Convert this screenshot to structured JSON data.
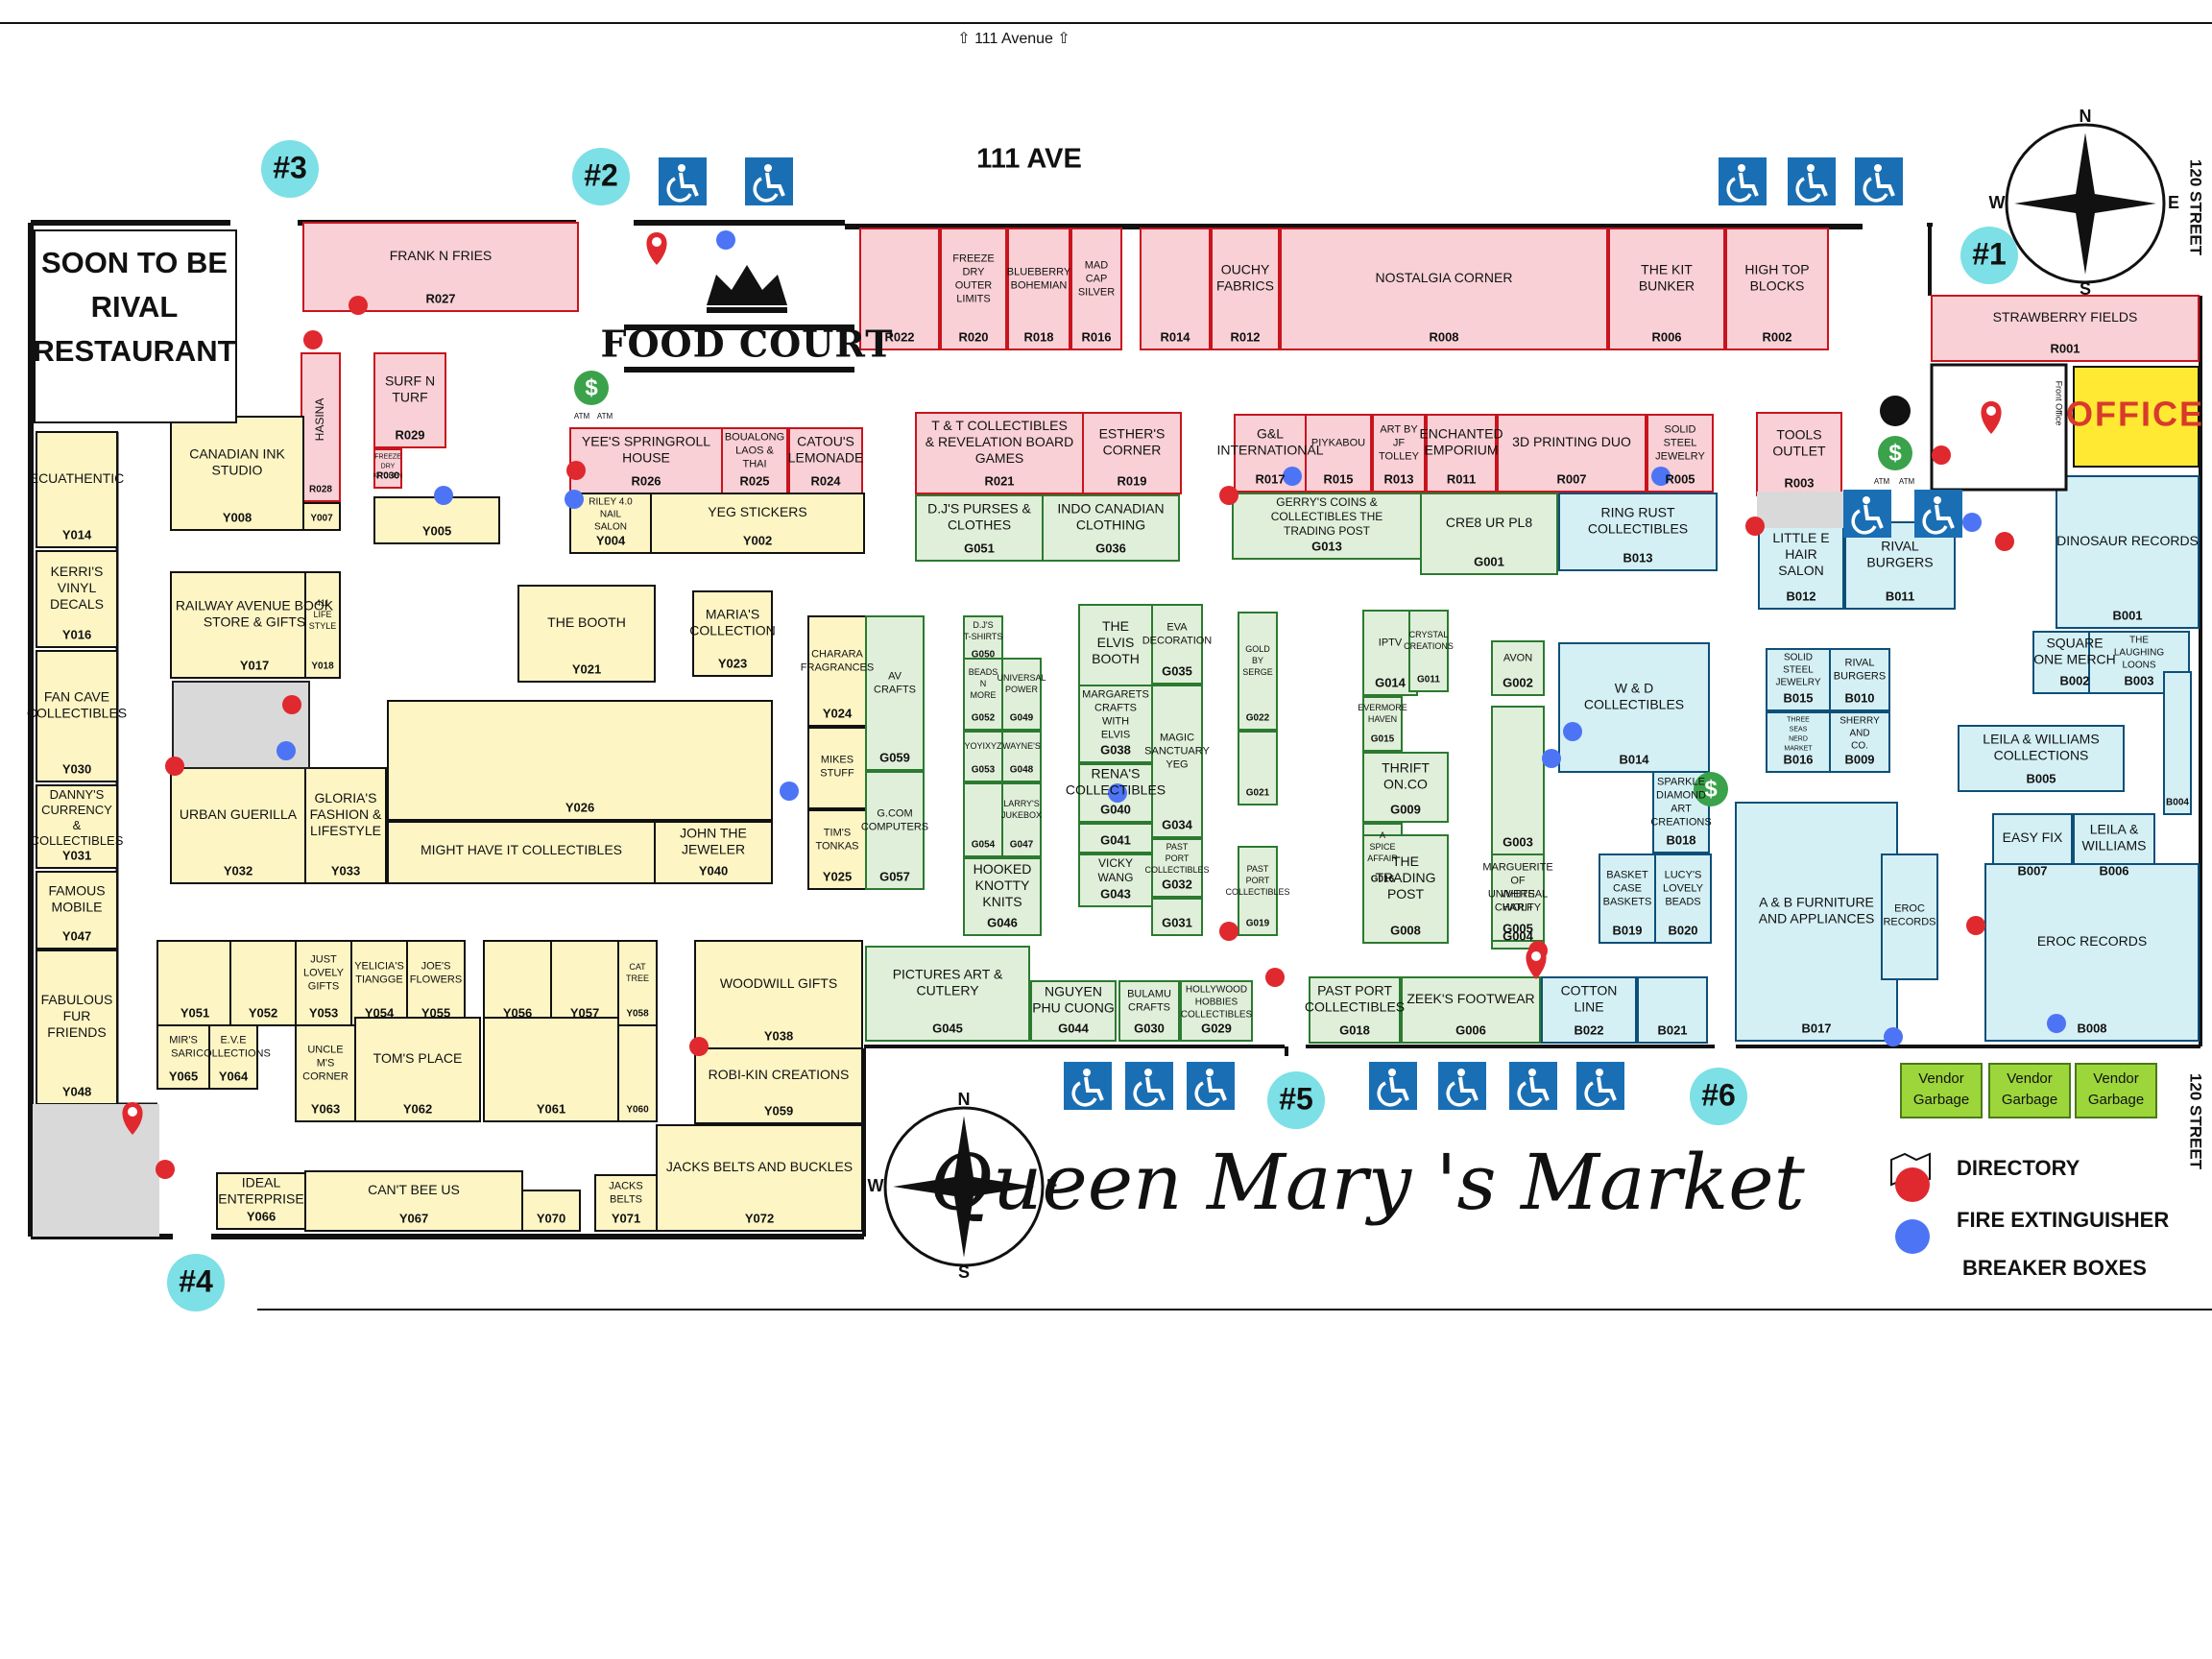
{
  "top_road": "111 Avenue",
  "street_111": "111 AVE",
  "street_120": "120 STREET",
  "food_court": "FOOD COURT",
  "title": "Queen Mary 's Market",
  "entrances": [
    "#1",
    "#2",
    "#3",
    "#4",
    "#5",
    "#6"
  ],
  "compass": {
    "n": "N",
    "s": "S",
    "e": "E",
    "w": "W"
  },
  "legend": {
    "directory": "DIRECTORY",
    "fire": "FIRE EXTINGUISHER",
    "breaker": "BREAKER BOXES"
  },
  "colors": {
    "red_zone": "#f8d0d5",
    "green_zone": "#e0efd9",
    "yellow_zone": "#fdf5c4",
    "blue_zone": "#d4f0f5",
    "office": "#ffe933",
    "vendor_garbage": "#9cd63a",
    "entrance_teal": "#7ce0e6",
    "fire": "#e0282f",
    "breaker": "#4d74f5",
    "dollar": "#3aa24a",
    "accessible": "#1a6fb4"
  },
  "icons": [
    "wheelchair-icon",
    "dollar-icon",
    "restroom-icon",
    "crown-icon",
    "compass-icon",
    "map-pin-icon"
  ],
  "restaurant": [
    "SOON TO BE",
    "RIVAL",
    "RESTAURANT"
  ],
  "office": "OFFICE",
  "vendor_garbage": [
    "Vendor",
    "Garbage"
  ],
  "atm": "ATM",
  "front_office": "Front Office",
  "stalls": [
    {
      "n": "FRANK N FRIES",
      "c": "R027"
    },
    {
      "n": "",
      "c": "R022"
    },
    {
      "n": "FREEZE DRY OUTER LIMITS",
      "c": "R020"
    },
    {
      "n": "BLUEBERRY BOHEMIAN",
      "c": "R018"
    },
    {
      "n": "MAD CAP SILVER",
      "c": "R016"
    },
    {
      "n": "",
      "c": "R014"
    },
    {
      "n": "OUCHY FABRICS",
      "c": "R012"
    },
    {
      "n": "NOSTALGIA CORNER",
      "c": "R008"
    },
    {
      "n": "THE KIT BUNKER",
      "c": "R006"
    },
    {
      "n": "HIGH TOP BLOCKS",
      "c": "R002"
    },
    {
      "n": "STRAWBERRY FIELDS",
      "c": "R001"
    },
    {
      "n": "HASINA",
      "c": "R028"
    },
    {
      "n": "SURF N TURF",
      "c": "R029"
    },
    {
      "n": "FREEZE DRY KITCHEN",
      "c": "R030"
    },
    {
      "n": "YEE'S SPRINGROLL HOUSE",
      "c": "R026"
    },
    {
      "n": "BOUALONG LAOS & THAI",
      "c": "R025"
    },
    {
      "n": "CATOU'S LEMONADE",
      "c": "R024"
    },
    {
      "n": "T & T COLLECTIBLES & REVELATION BOARD GAMES",
      "c": "R021"
    },
    {
      "n": "ESTHER'S CORNER",
      "c": "R019"
    },
    {
      "n": "G&L INTERNATIONAL",
      "c": "R017"
    },
    {
      "n": "PIYKABOU",
      "c": "R015"
    },
    {
      "n": "ART BY JF TOLLEY",
      "c": "R013"
    },
    {
      "n": "ENCHANTED EMPORIUM",
      "c": "R011"
    },
    {
      "n": "3D PRINTING DUO",
      "c": "R007"
    },
    {
      "n": "SOLID STEEL JEWELRY",
      "c": "R005"
    },
    {
      "n": "TOOLS OUTLET",
      "c": "R003"
    },
    {
      "n": "CANADIAN INK STUDIO",
      "c": "Y008"
    },
    {
      "n": "",
      "c": "Y007"
    },
    {
      "n": "",
      "c": "Y005"
    },
    {
      "n": "RILEY 4.0 NAIL SALON",
      "c": "Y004"
    },
    {
      "n": "YEG STICKERS",
      "c": "Y002"
    },
    {
      "n": "D.J'S PURSES & CLOTHES",
      "c": "G051"
    },
    {
      "n": "INDO CANADIAN CLOTHING",
      "c": "G036"
    },
    {
      "n": "GERRY'S COINS & COLLECTIBLES THE TRADING POST",
      "c": "G013"
    },
    {
      "n": "CRE8 UR PL8",
      "c": "G001"
    },
    {
      "n": "RING RUST COLLECTIBLES",
      "c": "B013"
    },
    {
      "n": "LITTLE E HAIR SALON",
      "c": "B012"
    },
    {
      "n": "RIVAL BURGERS",
      "c": "B011"
    },
    {
      "n": "DINOSAUR RECORDS",
      "c": "B001"
    },
    {
      "n": "ECUATHENTIC",
      "c": "Y014"
    },
    {
      "n": "KERRI'S VINYL DECALS",
      "c": "Y016"
    },
    {
      "n": "FAN CAVE COLLECTIBLES",
      "c": "Y030"
    },
    {
      "n": "DANNY'S CURRENCY & COLLECTIBLES",
      "c": "Y031"
    },
    {
      "n": "FAMOUS MOBILE",
      "c": "Y047"
    },
    {
      "n": "FABULOUS FUR FRIENDS",
      "c": "Y048"
    },
    {
      "n": "RAILWAY AVENUE BOOK STORE & GIFTS",
      "c": "Y017"
    },
    {
      "n": "411 LIFE STYLE",
      "c": "Y018"
    },
    {
      "n": "THE BOOTH",
      "c": "Y021"
    },
    {
      "n": "MARIA'S COLLECTION",
      "c": "Y023"
    },
    {
      "n": "URBAN GUERILLA",
      "c": "Y032"
    },
    {
      "n": "GLORIA'S FASHION & LIFESTYLE",
      "c": "Y033"
    },
    {
      "n": "",
      "c": "Y026"
    },
    {
      "n": "MIGHT HAVE IT COLLECTIBLES",
      "c": ""
    },
    {
      "n": "JOHN THE JEWELER",
      "c": "Y040"
    },
    {
      "n": "CHARARA FRAGRANCES",
      "c": "Y024"
    },
    {
      "n": "MIKES STUFF",
      "c": ""
    },
    {
      "n": "TIM'S TONKAS",
      "c": "Y025"
    },
    {
      "n": "AV CRAFTS",
      "c": "G059"
    },
    {
      "n": "G.COM COMPUTERS",
      "c": "G057"
    },
    {
      "n": "D.J'S T-SHIRTS",
      "c": "G050"
    },
    {
      "n": "BEADS N MORE",
      "c": "G052"
    },
    {
      "n": "UNIVERSAL POWER",
      "c": "G049"
    },
    {
      "n": "YOYIXYZ",
      "c": "G053"
    },
    {
      "n": "WAYNE'S",
      "c": "G048"
    },
    {
      "n": "",
      "c": "G054"
    },
    {
      "n": "LARRY'S JUKEBOX",
      "c": "G047"
    },
    {
      "n": "HOOKED KNOTTY KNITS",
      "c": "G046"
    },
    {
      "n": "THE ELVIS BOOTH",
      "c": ""
    },
    {
      "n": "MARGARETS CRAFTS WITH ELVIS",
      "c": "G038"
    },
    {
      "n": "EVA DECORATION",
      "c": "G035"
    },
    {
      "n": "MAGIC SANCTUARY YEG",
      "c": "G034"
    },
    {
      "n": "RENA'S COLLECTIBLES",
      "c": "G040"
    },
    {
      "n": "",
      "c": "G041"
    },
    {
      "n": "VICKY WANG",
      "c": "G043"
    },
    {
      "n": "PAST PORT COLLECTIBLES",
      "c": "G032"
    },
    {
      "n": "",
      "c": "G031"
    },
    {
      "n": "GOLD BY SERGE",
      "c": "G022"
    },
    {
      "n": "",
      "c": "G021"
    },
    {
      "n": "PAST PORT COLLECTIBLES",
      "c": "G019"
    },
    {
      "n": "IPTV",
      "c": "G014"
    },
    {
      "n": "CRYSTAL CREATIONS",
      "c": "G011"
    },
    {
      "n": "EVERMORE HAVEN",
      "c": "G015"
    },
    {
      "n": "THRIFT ON.CO",
      "c": "G009"
    },
    {
      "n": "A SPICE AFFAIR",
      "c": "G016"
    },
    {
      "n": "THE TRADING POST",
      "c": "G008"
    },
    {
      "n": "AVON",
      "c": "G002"
    },
    {
      "n": "",
      "c": "G003"
    },
    {
      "n": "WHITE WOLF",
      "c": "G004"
    },
    {
      "n": "MARGUERITE OF UNIVERSAL CHARITY",
      "c": "G005"
    },
    {
      "n": "W & D COLLECTIBLES",
      "c": "B014"
    },
    {
      "n": "BASKET CASE BASKETS",
      "c": "B019"
    },
    {
      "n": "LUCY'S LOVELY BEADS",
      "c": "B020"
    },
    {
      "n": "SPARKLE DIAMOND ART CREATIONS",
      "c": "B018"
    },
    {
      "n": "SOLID STEEL JEWELRY",
      "c": "B015"
    },
    {
      "n": "RIVAL BURGERS",
      "c": "B010"
    },
    {
      "n": "THREE SEAS NERD MARKET",
      "c": "B016"
    },
    {
      "n": "SHERRY AND CO.",
      "c": "B009"
    },
    {
      "n": "SQUARE ONE MERCH",
      "c": "B002"
    },
    {
      "n": "THE LAUGHING LOONS",
      "c": "B003"
    },
    {
      "n": "",
      "c": "B004"
    },
    {
      "n": "LEILA & WILLIAMS COLLECTIONS",
      "c": "B005"
    },
    {
      "n": "EASY FIX",
      "c": "B007"
    },
    {
      "n": "LEILA & WILLIAMS",
      "c": "B006"
    },
    {
      "n": "A & B FURNITURE AND APPLIANCES",
      "c": "B017"
    },
    {
      "n": "EROC RECORDS",
      "c": ""
    },
    {
      "n": "EROC RECORDS",
      "c": "B008"
    },
    {
      "n": "",
      "c": "Y051"
    },
    {
      "n": "",
      "c": "Y052"
    },
    {
      "n": "JUST LOVELY GIFTS",
      "c": "Y053"
    },
    {
      "n": "YELICIA'S TIANGGE",
      "c": "Y054"
    },
    {
      "n": "JOE'S FLOWERS",
      "c": "Y055"
    },
    {
      "n": "",
      "c": "Y056"
    },
    {
      "n": "",
      "c": "Y057"
    },
    {
      "n": "CAT TREE",
      "c": "Y058"
    },
    {
      "n": "MIR'S SARI",
      "c": "Y065"
    },
    {
      "n": "E.V.E COLLECTIONS",
      "c": "Y064"
    },
    {
      "n": "UNCLE M'S CORNER",
      "c": "Y063"
    },
    {
      "n": "TOM'S PLACE",
      "c": "Y062"
    },
    {
      "n": "",
      "c": "Y061"
    },
    {
      "n": "",
      "c": "Y060"
    },
    {
      "n": "WOODWILL GIFTS",
      "c": "Y038"
    },
    {
      "n": "ROBI-KIN CREATIONS",
      "c": "Y059"
    },
    {
      "n": "JACKS BELTS AND BUCKLES",
      "c": "Y072"
    },
    {
      "n": "IDEAL ENTERPRISE",
      "c": "Y066"
    },
    {
      "n": "CAN'T BEE US",
      "c": "Y067"
    },
    {
      "n": "",
      "c": "Y070"
    },
    {
      "n": "JACKS BELTS",
      "c": "Y071"
    },
    {
      "n": "PICTURES ART & CUTLERY",
      "c": "G045"
    },
    {
      "n": "NGUYEN PHU CUONG",
      "c": "G044"
    },
    {
      "n": "BULAMU CRAFTS",
      "c": "G030"
    },
    {
      "n": "HOLLYWOOD HOBBIES COLLECTIBLES",
      "c": "G029"
    },
    {
      "n": "PAST PORT COLLECTIBLES",
      "c": "G018"
    },
    {
      "n": "ZEEK'S FOOTWEAR",
      "c": "G006"
    },
    {
      "n": "COTTON LINE",
      "c": "B022"
    },
    {
      "n": "",
      "c": "B021"
    }
  ]
}
